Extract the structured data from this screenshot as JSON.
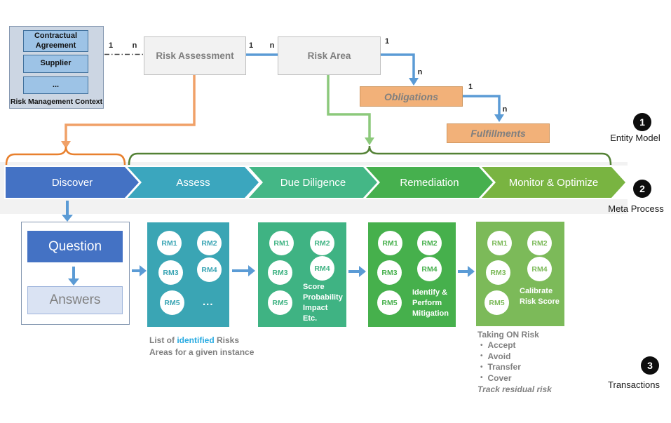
{
  "colors": {
    "accent_blue": "#5b9bd5",
    "question_blue": "#4472c4",
    "answers_fill": "#dae3f3",
    "orange_fill": "#f2b179",
    "orange_connector": "#f0a168",
    "orange_brace": "#e8802e",
    "green_connector": "#8cc97b",
    "green_brace": "#538135",
    "chevron_discover": "#4472c4",
    "chevron_assess": "#3ba6be",
    "chevron_due_diligence": "#44b786",
    "chevron_remediation": "#46b04e",
    "chevron_monitor": "#79b441",
    "box_teal": "#3aa5b4",
    "box_seagreen": "#3fb383",
    "box_green": "#46b04c",
    "box_lightgreen": "#7cba59",
    "highlight_cyan": "#29abe2",
    "gray_text": "#7f7f7f",
    "band_gray": "#f2f2f2"
  },
  "entity_model": {
    "context": {
      "title": "Risk Management Context",
      "items": [
        "Contractual Agreement",
        "Supplier",
        "..."
      ]
    },
    "risk_assessment": "Risk Assessment",
    "risk_area": "Risk Area",
    "obligations": "Obligations",
    "fulfillments": "Fulfillments",
    "cardinality": {
      "one": "1",
      "many": "n"
    }
  },
  "badges": [
    {
      "number": "1",
      "label": "Entity Model"
    },
    {
      "number": "2",
      "label": "Meta Process"
    },
    {
      "number": "3",
      "label": "Transactions"
    }
  ],
  "process": {
    "stages": [
      {
        "label": "Discover"
      },
      {
        "label": "Assess"
      },
      {
        "label": "Due Diligence"
      },
      {
        "label": "Remediation"
      },
      {
        "label": "Monitor & Optimize"
      }
    ]
  },
  "flow": {
    "question": "Question",
    "answers": "Answers",
    "boxes": [
      {
        "circles": [
          "RM1",
          "RM2",
          "RM3",
          "RM4",
          "RM5"
        ],
        "extra": "..."
      },
      {
        "circles": [
          "RM1",
          "RM2",
          "RM3",
          "RM4",
          "RM5"
        ],
        "note": [
          "Score",
          "Probability",
          "Impact",
          "Etc."
        ]
      },
      {
        "circles": [
          "RM1",
          "RM2",
          "RM3",
          "RM4",
          "RM5"
        ],
        "note": [
          "Identify &",
          "Perform",
          "Mitigation"
        ]
      },
      {
        "circles": [
          "RM1",
          "RM2",
          "RM3",
          "RM4",
          "RM5"
        ],
        "note": [
          "Calibrate",
          "Risk Score"
        ]
      }
    ],
    "caption": {
      "pre": "List of ",
      "highlight": "identified",
      "post": " Risks",
      "line2": "Areas for a given instance"
    },
    "taking_on_risk": {
      "title": "Taking ON Risk",
      "bullets": [
        "Accept",
        "Avoid",
        "Transfer",
        "Cover"
      ],
      "footer": "Track residual risk"
    }
  }
}
